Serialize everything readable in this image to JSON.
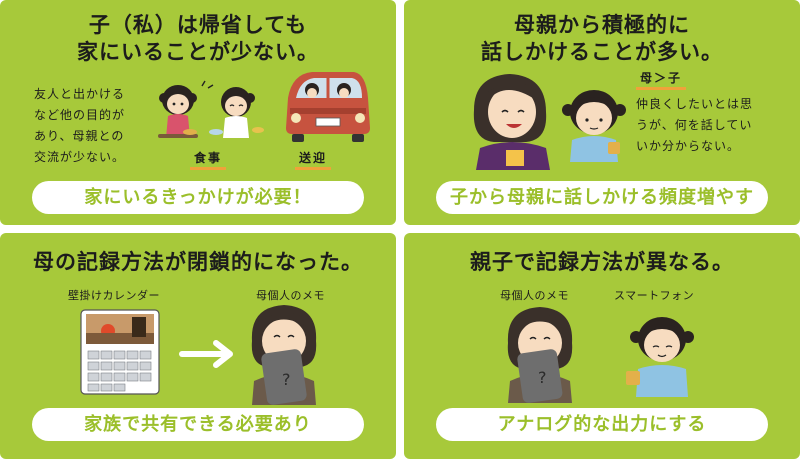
{
  "panels": [
    {
      "title_lines": [
        "子（私）は帰省しても",
        "家にいることが少ない。"
      ],
      "description_lines": [
        "友人と出かける",
        "など他の目的が",
        "あり、母親との",
        "交流が少ない。"
      ],
      "labels": {
        "meal": "食事",
        "pickup": "送迎"
      },
      "pill": "家にいるきっかけが必要！"
    },
    {
      "title_lines": [
        "母親から積極的に",
        "話しかけることが多い。"
      ],
      "relation": "母＞子",
      "description_lines": [
        "仲良くしたいとは思",
        "うが、何を話してい",
        "いか分からない。"
      ],
      "pill": "子から母親に話しかける頻度増やす"
    },
    {
      "title_lines": [
        "母の記録方法が閉鎖的になった。"
      ],
      "labels": {
        "left": "壁掛けカレンダー",
        "right": "母個人のメモ"
      },
      "pill": "家族で共有できる必要あり"
    },
    {
      "title_lines": [
        "親子で記録方法が異なる。"
      ],
      "labels": {
        "left": "母個人のメモ",
        "right": "スマートフォン"
      },
      "pill": "アナログ的な出力にする"
    }
  ],
  "colors": {
    "panel_green": "#a7c93a",
    "pill_text_green": "#9bbf2a",
    "underline_orange": "#f0a23b"
  }
}
